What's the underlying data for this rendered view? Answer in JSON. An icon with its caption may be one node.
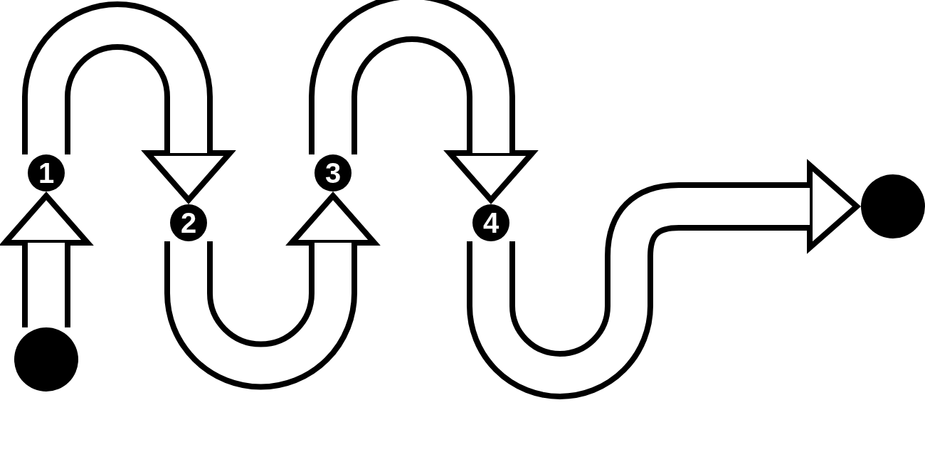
{
  "diagram": {
    "nodes": [
      {
        "text": [],
        "shape": "circle"
      },
      {
        "text": [
          "1"
        ]
      },
      {
        "text": [
          "2"
        ]
      },
      {
        "text": [
          "3"
        ]
      },
      {
        "text": [
          "4"
        ]
      },
      {
        "text": [],
        "shape": "circle"
      }
    ],
    "edges": [
      {
        "from": 0,
        "to": 1,
        "arrow": "to"
      },
      {
        "from": 1,
        "to": 2,
        "arrow": "to"
      },
      {
        "from": 2,
        "to": 3,
        "arrow": "to"
      },
      {
        "from": 3,
        "to": 4,
        "arrow": "to"
      },
      {
        "from": 4,
        "to": 5,
        "arrow": "to"
      }
    ]
  }
}
